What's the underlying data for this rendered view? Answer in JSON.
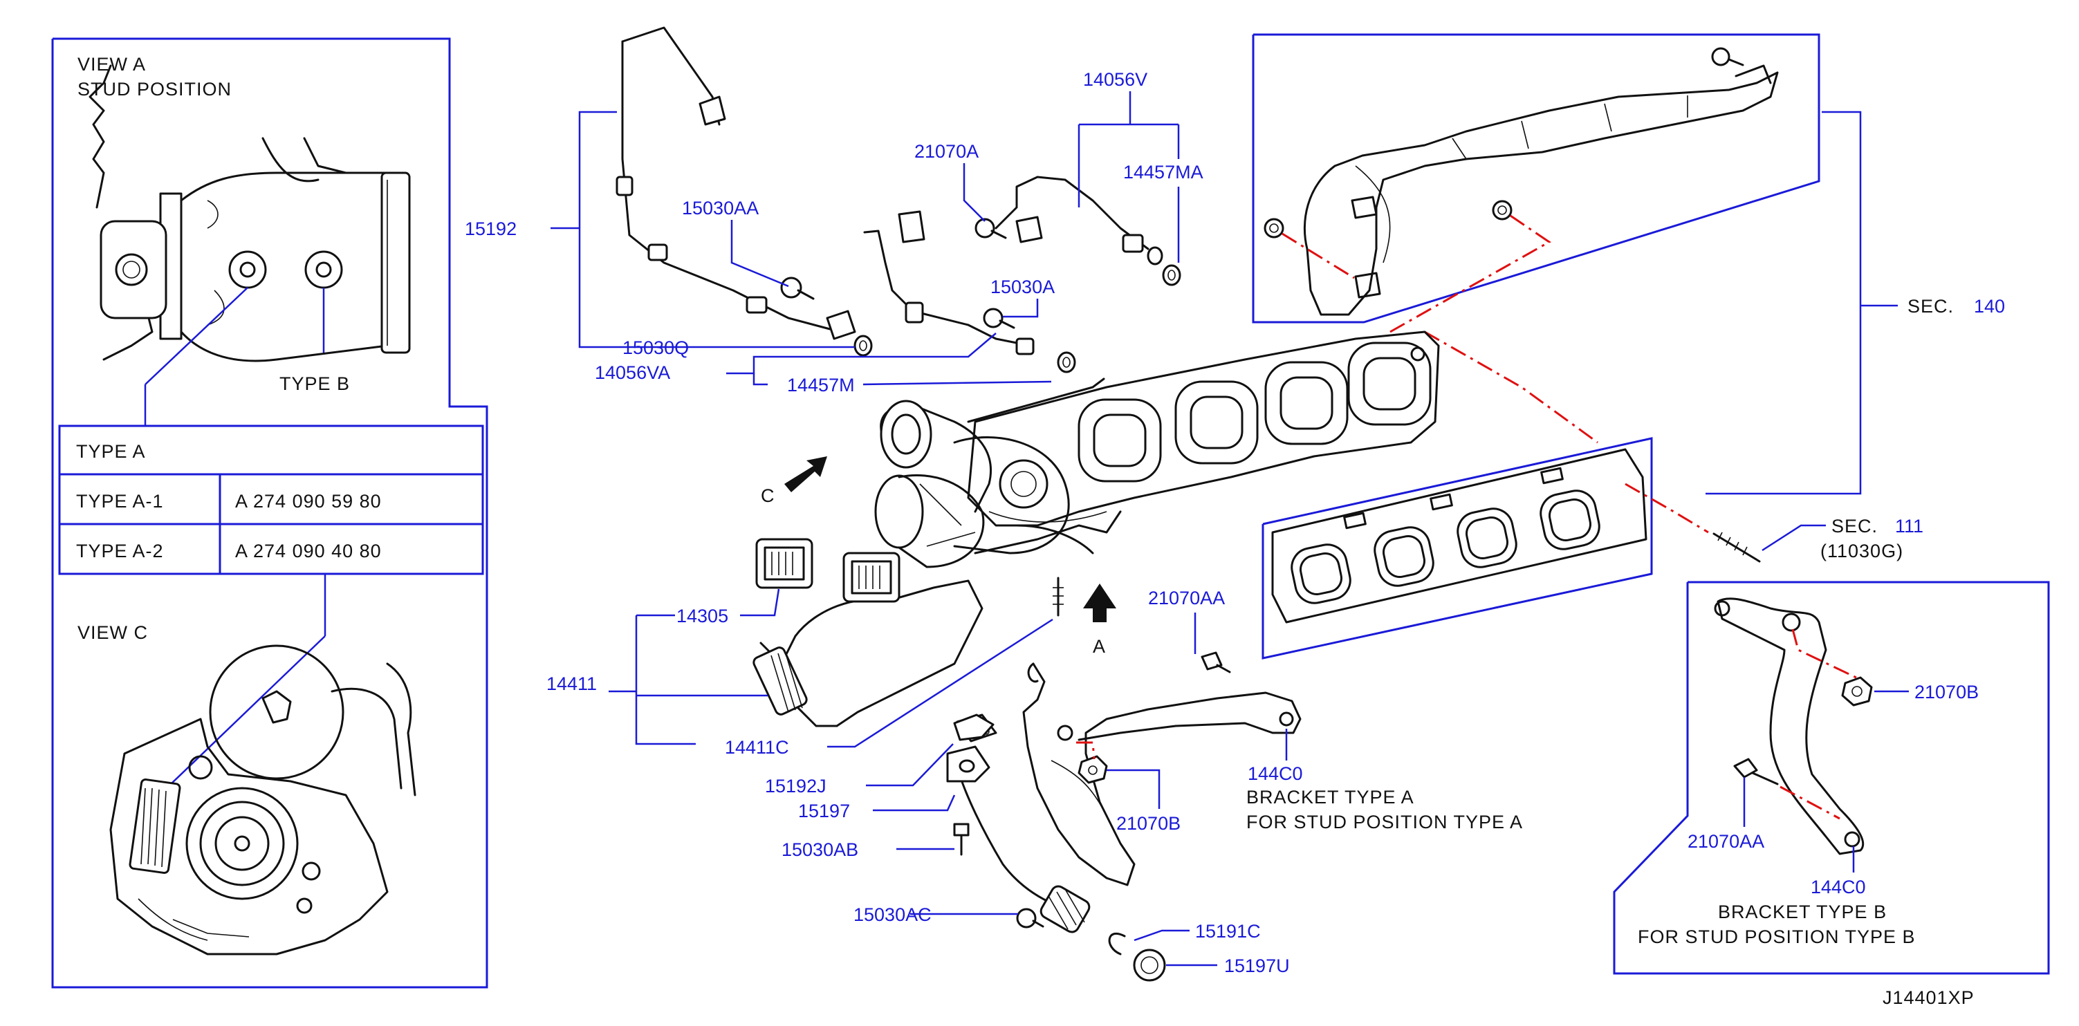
{
  "diagram_code": "J14401XP",
  "insets": {
    "view_a": {
      "title_line1": "VIEW  A",
      "title_line2": "STUD  POSITION",
      "type_b_label": "TYPE  B"
    },
    "type_table": {
      "header": "TYPE  A",
      "rows": [
        {
          "type": "TYPE  A-1",
          "spec": "A  274  090  59  80"
        },
        {
          "type": "TYPE  A-2",
          "spec": "A  274  090  40  80"
        }
      ]
    },
    "view_c": {
      "title": "VIEW  C"
    }
  },
  "view_markers": {
    "c": "C",
    "a": "A"
  },
  "sections": {
    "sec140": {
      "prefix": "SEC.",
      "number": "140"
    },
    "sec111": {
      "prefix": "SEC.",
      "number": "111",
      "sub": "(11030G)"
    }
  },
  "parts": {
    "p15192": "15192",
    "p15030AA": "15030AA",
    "p15030Q": "15030Q",
    "p14056VA": "14056VA",
    "p14457M": "14457M",
    "p21070A": "21070A",
    "p14056V": "14056V",
    "p14457MA": "14457MA",
    "p15030A": "15030A",
    "p14305": "14305",
    "p14411": "14411",
    "p14411C": "14411C",
    "p21070AA": "21070AA",
    "p15192J": "15192J",
    "p15197": "15197",
    "p15030AB": "15030AB",
    "p15030AC": "15030AC",
    "p21070B": "21070B",
    "p144C0": "144C0",
    "p15191C": "15191C",
    "p15197U": "15197U",
    "p21070B_b": "21070B",
    "p21070AA_b": "21070AA",
    "p144C0_b": "144C0"
  },
  "bracket_a": {
    "line1": "BRACKET  TYPE  A",
    "line2": "FOR  STUD  POSITION  TYPE  A"
  },
  "bracket_b": {
    "line1": "BRACKET  TYPE  B",
    "line2": "FOR  STUD  POSITION  TYPE  B"
  },
  "colors": {
    "callout": "#1a1ad8",
    "linework": "#111111",
    "centerline": "#e01010"
  }
}
